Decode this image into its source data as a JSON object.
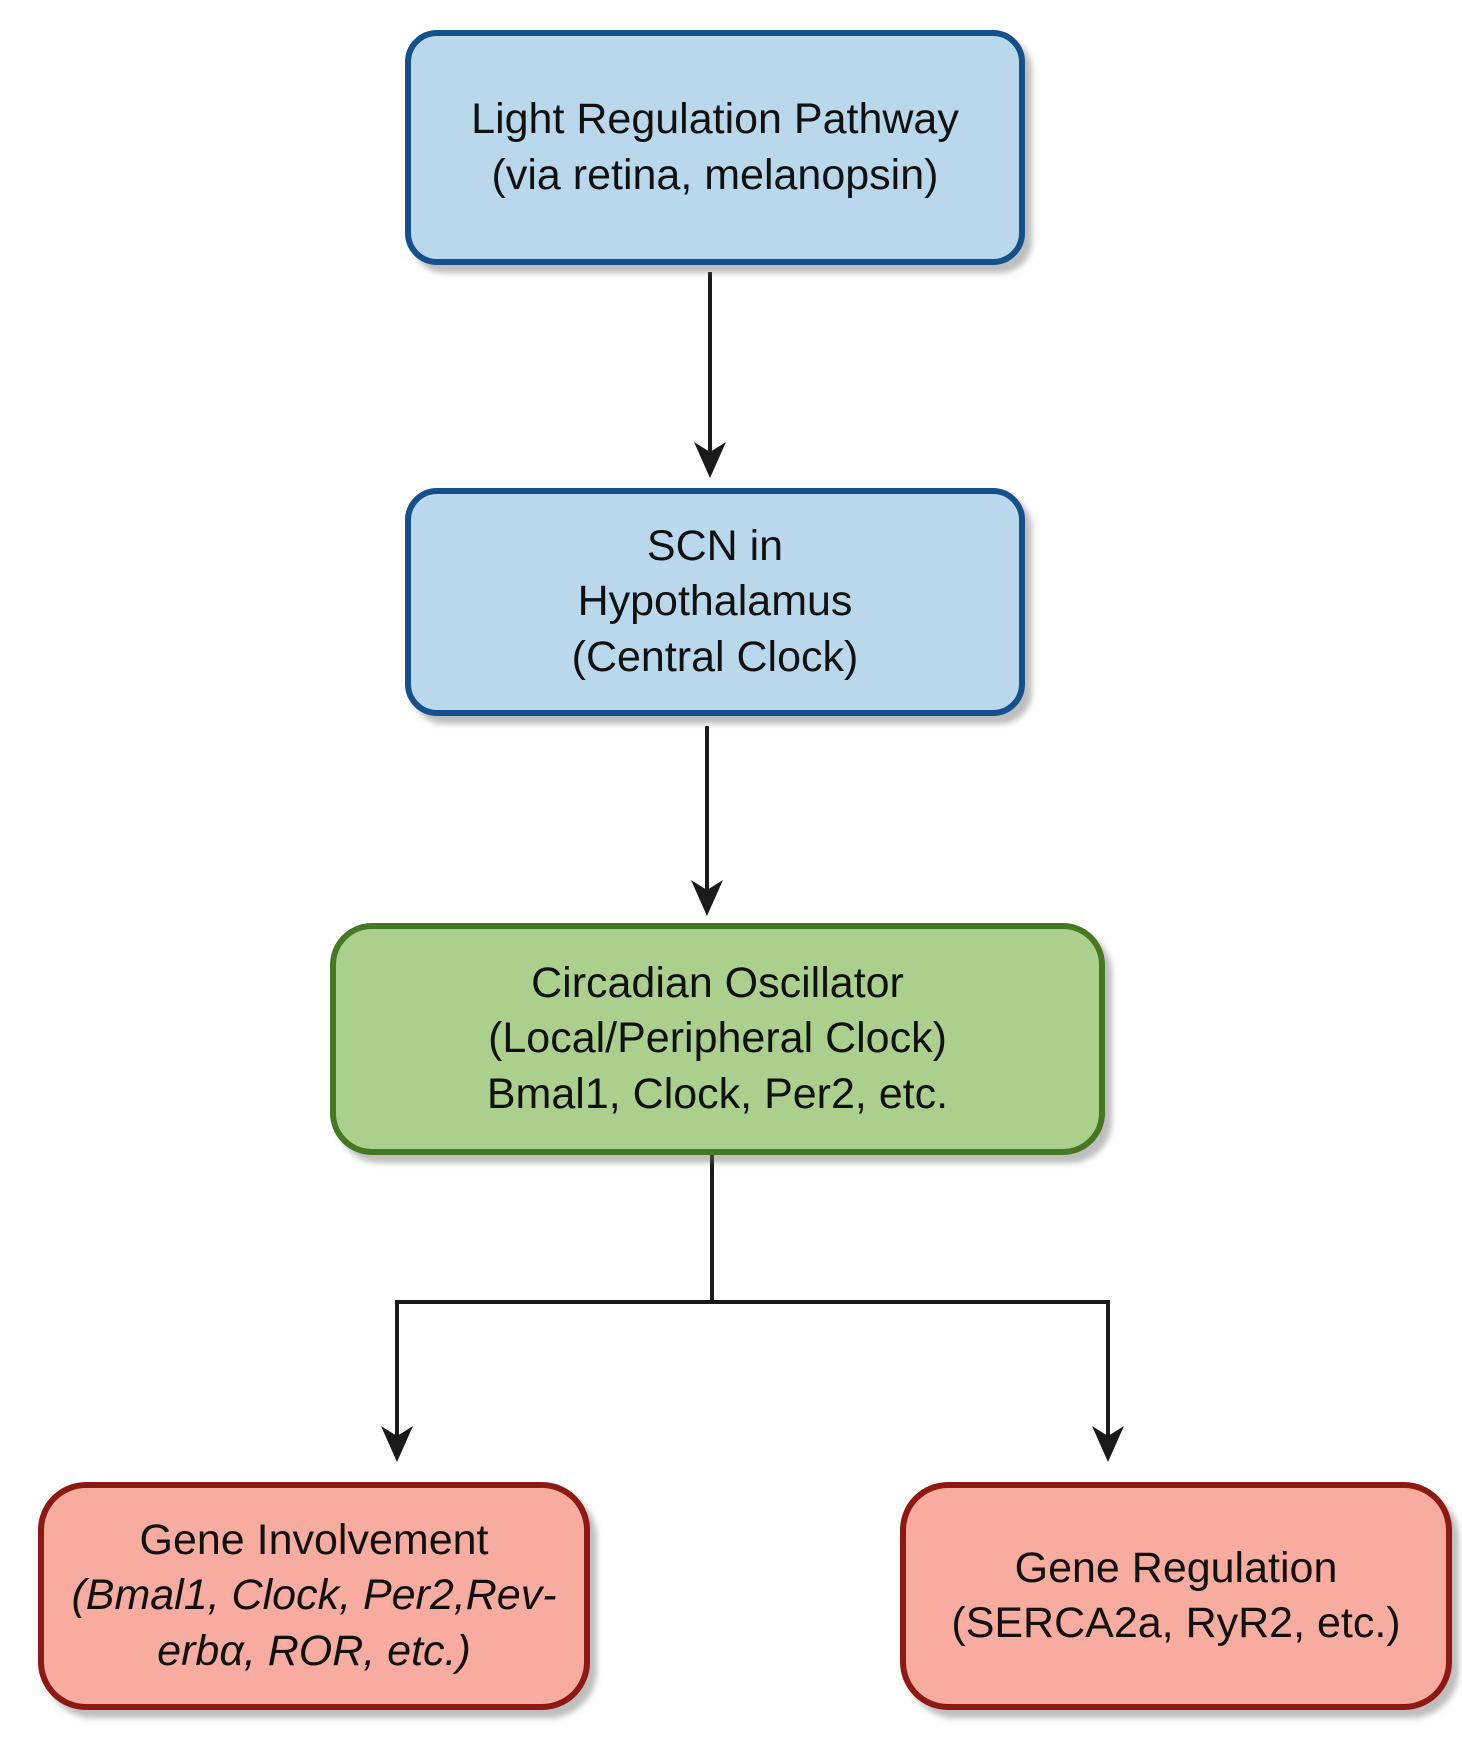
{
  "diagram": {
    "nodes": {
      "light": {
        "line1": "Light Regulation Pathway",
        "line2": "(via retina, melanopsin)"
      },
      "scn": {
        "line1": "SCN in",
        "line2": "Hypothalamus",
        "line3": "(Central Clock)"
      },
      "oscillator": {
        "line1": "Circadian Oscillator",
        "line2": "(Local/Peripheral Clock)",
        "line3": "Bmal1, Clock, Per2, etc."
      },
      "involvement": {
        "line1": "Gene Involvement",
        "line2": "(Bmal1, Clock, Per2,Rev-",
        "line3": "erbα, ROR, etc.)"
      },
      "regulation": {
        "line1": "Gene Regulation",
        "line2": "(SERCA2a, RyR2, etc.)"
      }
    },
    "colors": {
      "blue_fill": "#b9d8ec",
      "blue_border": "#15508d",
      "green_fill": "#abd08d",
      "green_border": "#457821",
      "red_fill": "#f8ab9f",
      "red_border": "#8e1812",
      "arrow": "#1a1a1a",
      "text": "#111111"
    }
  }
}
